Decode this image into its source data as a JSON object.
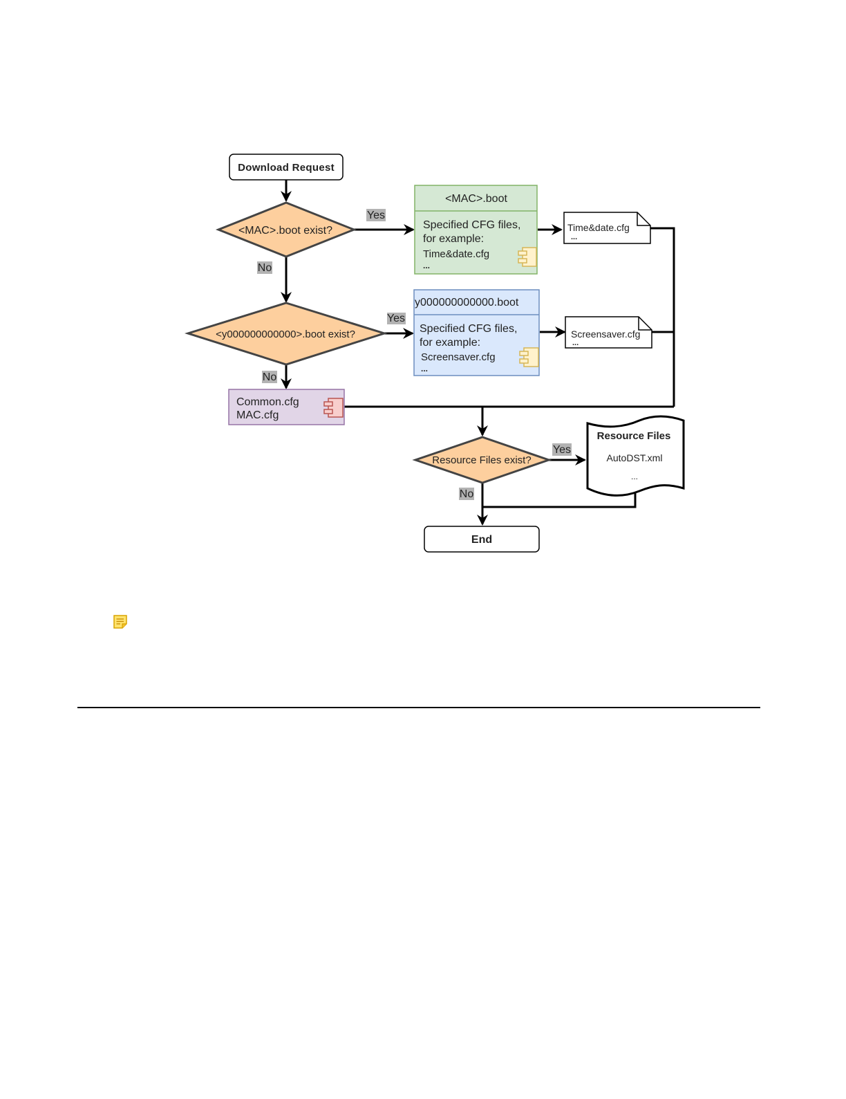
{
  "diagram": {
    "nodes": {
      "download_request": "Download Request",
      "mac_boot_exist": "<MAC>.boot exist?",
      "mac_boot_box": {
        "title": "<MAC>.boot",
        "line1": "Specified CFG files,",
        "line2": "for example:",
        "line3": "Time&date.cfg",
        "line4": "..."
      },
      "time_date_file": {
        "name": "Time&date.cfg",
        "more": "..."
      },
      "y_boot_exist": "<y000000000000>.boot exist?",
      "y_boot_box": {
        "title": "y000000000000.boot",
        "line1": "Specified CFG files,",
        "line2": "for example:",
        "line3": "Screensaver.cfg",
        "line4": "..."
      },
      "screensaver_file": {
        "name": "Screensaver.cfg",
        "more": "..."
      },
      "common_box": {
        "line1": "Common.cfg",
        "line2": "MAC.cfg"
      },
      "resource_exist": "Resource Files exist?",
      "resource_files": {
        "title": "Resource Files",
        "item": "AutoDST.xml",
        "more": "..."
      },
      "end": "End"
    },
    "edge_labels": {
      "mac_yes": "Yes",
      "mac_no": "No",
      "y_yes": "Yes",
      "y_no": "No",
      "res_yes": "Yes",
      "res_no": "No"
    },
    "colors": {
      "decision": "#fdcf9e",
      "mac_box_fill": "#d5e8d4",
      "mac_box_stroke": "#82b366",
      "y_box_fill": "#dae8fc",
      "y_box_stroke": "#6c8ebf",
      "common_fill": "#e1d5e7",
      "common_stroke": "#9673a6",
      "component_yellow": "#fff2cc",
      "component_yellow_stroke": "#d6b656",
      "component_red": "#f8cecc",
      "component_red_stroke": "#b85450"
    },
    "icons": [
      "component-icon",
      "note-icon",
      "arrow-icon"
    ]
  }
}
